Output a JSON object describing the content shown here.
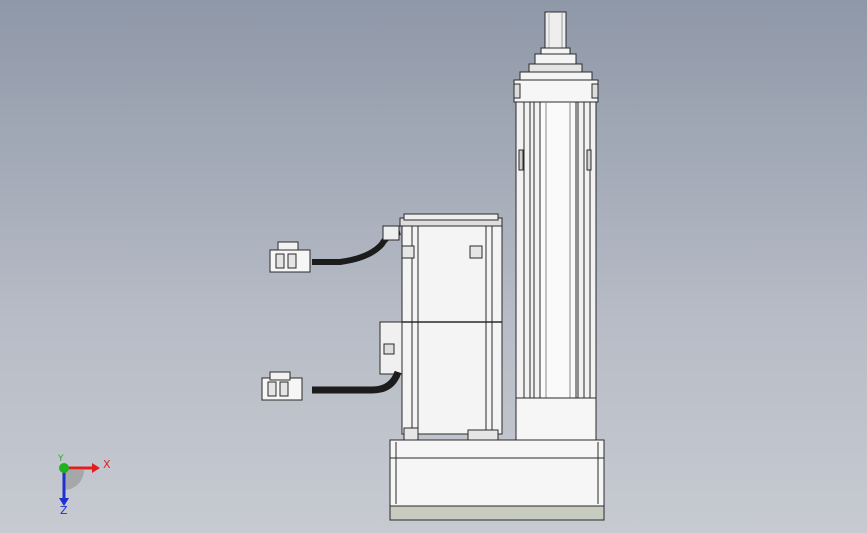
{
  "viewport": {
    "background_top": "#8f98a8",
    "background_bottom": "#c7cad1"
  },
  "model": {
    "line_color": "#2a2a2a",
    "body_fill": "#f4f4f4",
    "shade_fill": "#d9d9d9",
    "cable_color": "#1c1c1c",
    "base_bottom_fill": "#c8cbbf"
  },
  "triad": {
    "x_label": "X",
    "y_label": "Y",
    "z_label": "Z",
    "x_color": "#e02020",
    "y_color": "#20b020",
    "z_color": "#2030d0"
  }
}
